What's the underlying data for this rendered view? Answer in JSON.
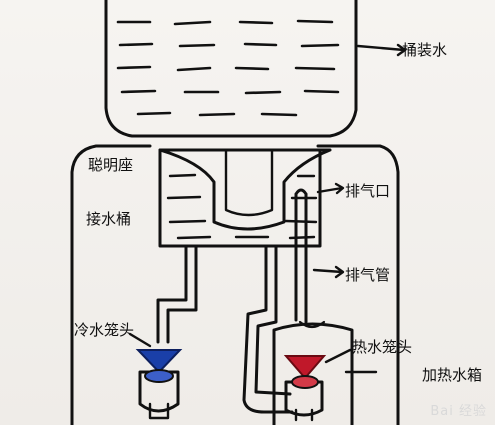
{
  "labels": {
    "bucket_water": "桶装水",
    "seat": "聪明座",
    "receiving_bucket": "接水桶",
    "vent": "排气口",
    "vent_pipe": "排气管",
    "cold_tap": "冷水笼头",
    "hot_tap": "热水笼头",
    "heater": "加热水箱"
  },
  "watermark": "Bai 经验",
  "colors": {
    "ink": "#111111",
    "cold": "#1a3fa8",
    "hot": "#c0182a",
    "paper": "#f3f1ee"
  }
}
